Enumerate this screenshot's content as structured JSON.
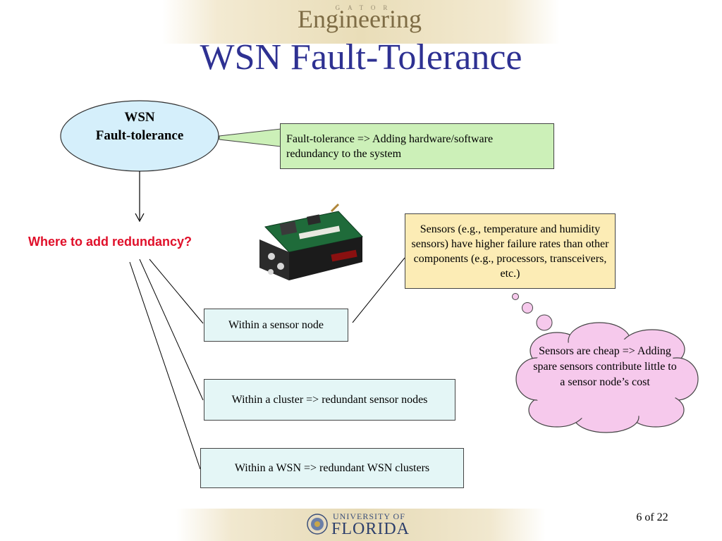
{
  "header": {
    "brand_small": "GATOR",
    "brand": "Engineering",
    "title": "WSN Fault-Tolerance"
  },
  "diagram": {
    "root": {
      "line1": "WSN",
      "line2": "Fault-tolerance"
    },
    "definition": "Fault-tolerance => Adding hardware/software redundancy to the system",
    "question": "Where to add redundancy?",
    "options": [
      "Within a sensor node",
      "Within a cluster => redundant sensor nodes",
      "Within a WSN => redundant WSN clusters"
    ],
    "sensor_note": "Sensors (e.g., temperature and humidity sensors) have higher failure rates than other components (e.g., processors, transceivers, etc.)",
    "thought": "Sensors are cheap => Adding spare sensors contribute little to a sensor node’s cost"
  },
  "footer": {
    "university_small": "UNIVERSITY OF",
    "university": "FLORIDA",
    "page": "6 of 22"
  },
  "colors": {
    "title": "#2e3192",
    "question": "#e0102a",
    "ellipse_fill": "#d5effb",
    "green_box": "#ccf0b8",
    "yellow_box": "#fcecb5",
    "option_box": "#e4f6f6",
    "cloud": "#f6c9ec"
  }
}
